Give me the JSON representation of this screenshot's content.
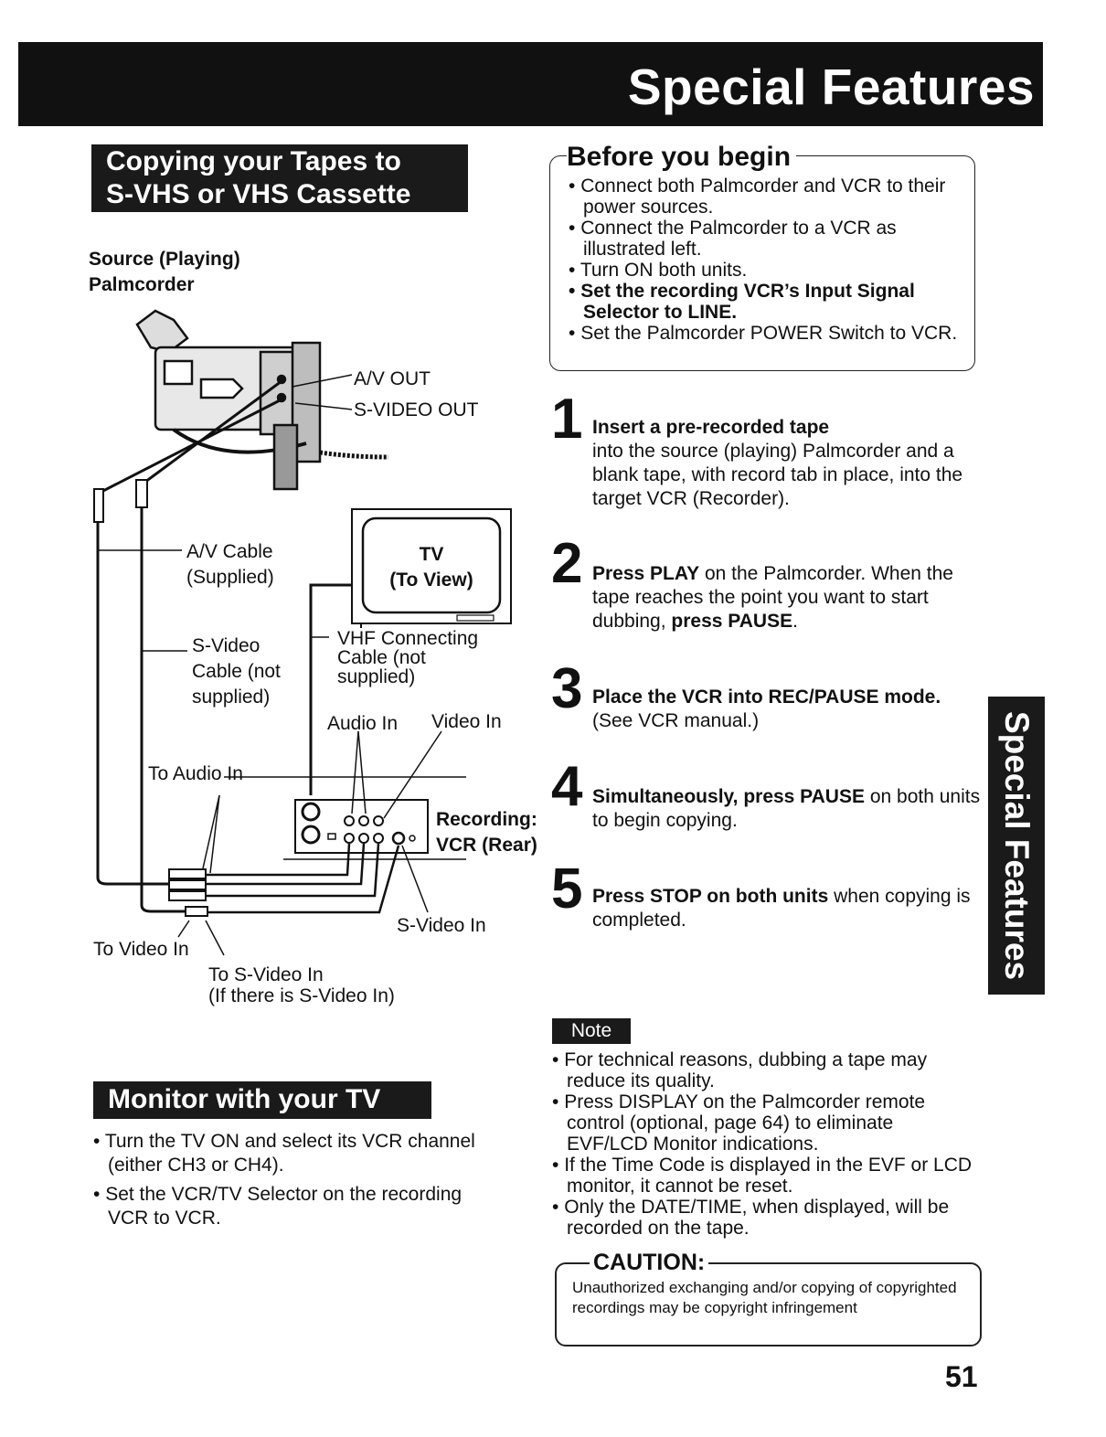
{
  "header": {
    "title": "Special Features"
  },
  "sections": {
    "copying_title_line1": "Copying your Tapes to",
    "copying_title_line2": "S-VHS or VHS Cassette",
    "monitor_title": "Monitor with your TV"
  },
  "diagram": {
    "source_line1": "Source (Playing)",
    "source_line2": "Palmcorder",
    "av_out": "A/V OUT",
    "s_video_out": "S-VIDEO OUT",
    "av_cable_line1": "A/V Cable",
    "av_cable_line2": "(Supplied)",
    "tv_line1": "TV",
    "tv_line2": "(To View)",
    "s_video_cable_line1": "S-Video",
    "s_video_cable_line2": "Cable (not",
    "s_video_cable_line3": "supplied)",
    "vhf_line1": "VHF Connecting",
    "vhf_line2": "Cable (not",
    "vhf_line3": "supplied)",
    "audio_in": "Audio In",
    "video_in": "Video In",
    "to_audio_in": "To Audio In",
    "recording_line1": "Recording:",
    "recording_line2": "VCR (Rear)",
    "s_video_in": "S-Video In",
    "to_video_in": "To Video In",
    "to_s_video_in_line1": "To S-Video In",
    "to_s_video_in_line2": "(If there is S-Video In)"
  },
  "before": {
    "title": "Before you begin",
    "items": [
      {
        "text": "Connect both Palmcorder and VCR to their power sources."
      },
      {
        "text": "Connect the Palmcorder to a VCR as illustrated left."
      },
      {
        "text": "Turn ON both units."
      },
      {
        "text": "Set the recording VCR’s Input Signal Selector to LINE."
      },
      {
        "text": "Set the Palmcorder POWER Switch to VCR."
      }
    ]
  },
  "steps": [
    {
      "num": "1",
      "bold": "Insert a pre-recorded tape",
      "rest": "into the source (playing) Palmcorder and a blank tape, with record tab in place, into the target VCR (Recorder)."
    },
    {
      "num": "2",
      "b1": "Press PLAY",
      "t1": " on the Palmcorder. When the tape reaches the point you want to start dubbing, ",
      "b2": "press PAUSE",
      "t2": "."
    },
    {
      "num": "3",
      "bold": "Place the VCR into REC/PAUSE mode.",
      "rest": " (See VCR manual.)"
    },
    {
      "num": "4",
      "bold": "Simultaneously, press PAUSE",
      "rest": " on both units to begin copying."
    },
    {
      "num": "5",
      "bold": "Press STOP on both units",
      "rest": " when copying is completed."
    }
  ],
  "monitor": {
    "items": [
      {
        "text": "Turn the TV ON and select its VCR channel (either CH3 or CH4)."
      },
      {
        "text": "Set the VCR/TV Selector on the recording VCR to VCR."
      }
    ]
  },
  "note": {
    "label": "Note",
    "items": [
      {
        "text": "For technical reasons, dubbing a tape may reduce its quality."
      },
      {
        "text": "Press DISPLAY on the Palmcorder remote control (optional, page 64) to eliminate EVF/LCD Monitor indications."
      },
      {
        "text": "If the Time Code is displayed in the EVF or LCD monitor, it cannot be reset."
      },
      {
        "text": "Only the DATE/TIME, when displayed, will be recorded on the tape."
      }
    ]
  },
  "caution": {
    "title": "CAUTION:",
    "text": "Unauthorized exchanging and/or copying of copyrighted recordings may be copyright infringement"
  },
  "side_tab": {
    "text": "Special Features"
  },
  "page_number": "51"
}
